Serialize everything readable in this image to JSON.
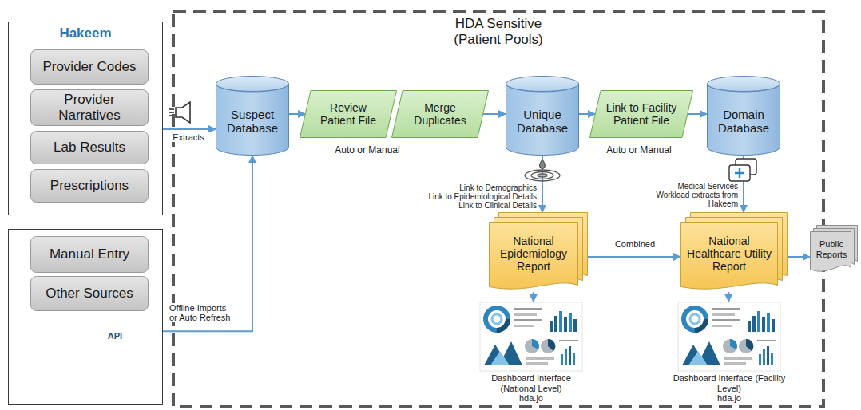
{
  "diagram": {
    "nodes": [
      {
        "text": [
          "Hakeem"
        ]
      },
      {
        "text": [
          "Provider Codes"
        ],
        "in": 0
      },
      {
        "text": [
          "Provider Narratives"
        ],
        "in": 0
      },
      {
        "text": [
          "Lab Results"
        ],
        "in": 0
      },
      {
        "text": [
          "Prescriptions"
        ],
        "in": 0
      },
      {
        "text": []
      },
      {
        "text": [
          "Manual Entry"
        ],
        "in": 5
      },
      {
        "text": [
          "Other Sources"
        ],
        "in": 5
      },
      {
        "text": [
          "HDA Sensitive (Patient Pools)"
        ]
      },
      {
        "text": [
          "Suspect Database"
        ],
        "in": 8
      },
      {
        "text": [
          "Review Patient File"
        ],
        "in": 8
      },
      {
        "text": [
          "Merge Duplicates"
        ],
        "in": 8
      },
      {
        "text": [
          "Unique Database"
        ],
        "in": 8
      },
      {
        "text": [
          "Link to Facility Patient File"
        ],
        "in": 8
      },
      {
        "text": [
          "Domain Database"
        ],
        "in": 8
      },
      {
        "text": [
          "National Epidemiology Report"
        ],
        "in": 8
      },
      {
        "text": [
          "National Healthcare Utility Report"
        ],
        "in": 8
      },
      {
        "text": [
          "Dashboard Interface (National Level)",
          "hda.jo"
        ],
        "in": 8
      },
      {
        "text": [
          "Dashboard Interface (Facility Level)",
          "hda.jo"
        ],
        "in": 8
      },
      {
        "text": [
          "Public Reports"
        ]
      }
    ],
    "edges": [
      {
        "from": 0,
        "to": 9,
        "label": "Extracts",
        "arrow": "to"
      },
      {
        "from": 5,
        "to": 9,
        "label": "Offline Imports or Auto Refresh",
        "arrow": "to"
      },
      {
        "from": 9,
        "to": 10,
        "arrow": "to"
      },
      {
        "from": 11,
        "to": 12,
        "arrow": "to"
      },
      {
        "from": 12,
        "to": 13,
        "arrow": "to"
      },
      {
        "from": 13,
        "to": 14,
        "arrow": "to"
      },
      {
        "from": 12,
        "to": 15,
        "arrow": "to"
      },
      {
        "from": 14,
        "to": 16,
        "label": "Medical Services Workload extracts from Hakeem",
        "arrow": "to"
      },
      {
        "from": 15,
        "to": 16,
        "label": "Combined",
        "arrow": "to"
      },
      {
        "from": 16,
        "to": 19,
        "arrow": "to"
      },
      {
        "from": 15,
        "to": 17,
        "arrow": "to"
      },
      {
        "from": 16,
        "to": 18,
        "arrow": "to"
      }
    ],
    "labels": [
      "Auto or Manual",
      "Auto or Manual",
      "Link to Demographics",
      "Link to Epidemiological Details",
      "Link to Clinical Details",
      "API"
    ]
  }
}
